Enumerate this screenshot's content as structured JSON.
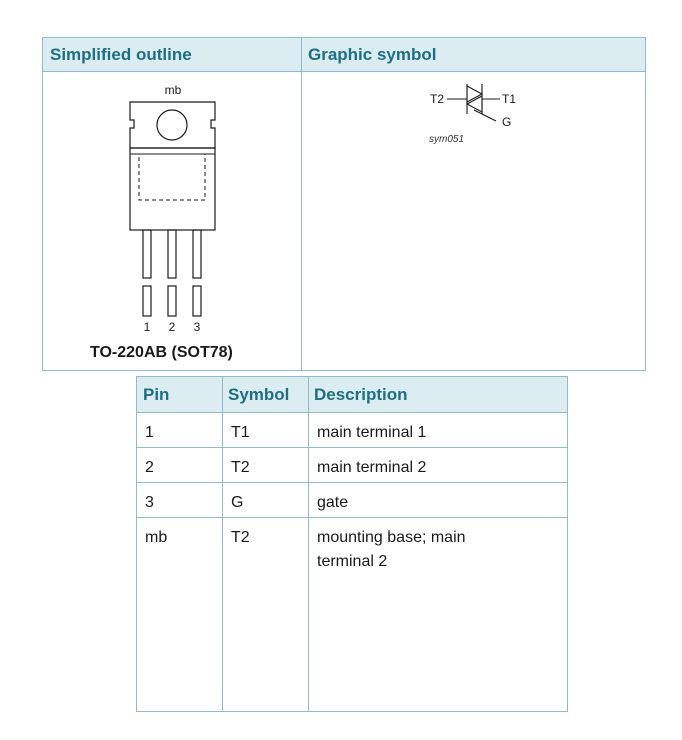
{
  "outline_table": {
    "headers": [
      "Simplified outline",
      "Graphic symbol"
    ],
    "package": {
      "mb_label": "mb",
      "pin_numbers": [
        "1",
        "2",
        "3"
      ],
      "caption": "TO-220AB (SOT78)"
    },
    "symbol": {
      "t2_label": "T2",
      "t1_label": "T1",
      "g_label": "G",
      "ref": "sym051"
    }
  },
  "pin_table": {
    "headers": [
      "Pin",
      "Symbol",
      "Description"
    ],
    "rows": [
      {
        "pin": "1",
        "symbol": "T1",
        "description": "main terminal 1"
      },
      {
        "pin": "2",
        "symbol": "T2",
        "description": "main terminal 2"
      },
      {
        "pin": "3",
        "symbol": "G",
        "description": "gate"
      },
      {
        "pin": "mb",
        "symbol": "T2",
        "description": "mounting base; main terminal 2"
      }
    ]
  },
  "colors": {
    "header_bg": "#dcedf2",
    "header_text": "#1d6f84",
    "border": "#8fbccb"
  }
}
